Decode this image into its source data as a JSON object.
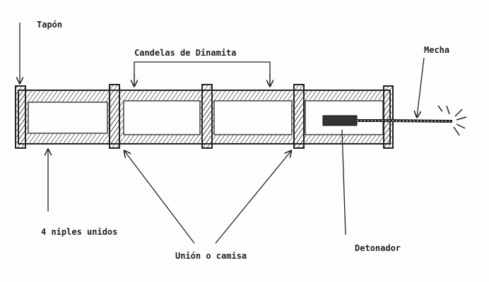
{
  "labels": {
    "plug": "Tapón",
    "dynamite": "Candelas de Dinamita",
    "fuse": "Mecha",
    "nipples": "4 niples unidos",
    "coupling": "Unión o camisa",
    "detonator": "Detonador"
  },
  "colors": {
    "ink": "#222222",
    "paper": "#fdfdfd"
  }
}
